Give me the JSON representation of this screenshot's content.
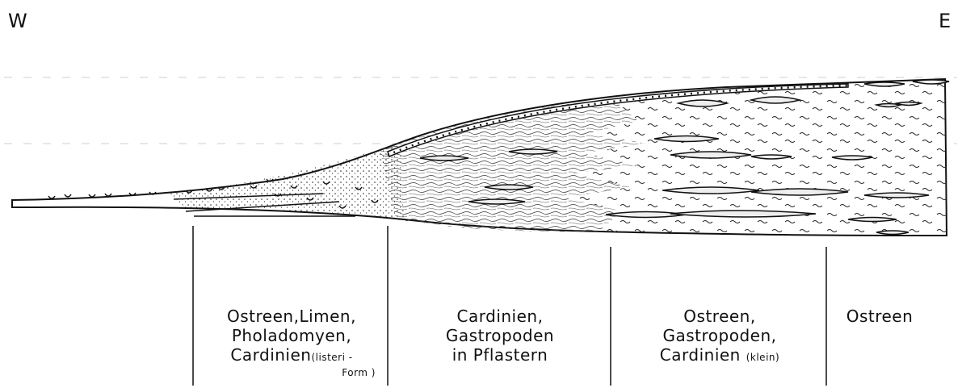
{
  "orientation": {
    "west": "W",
    "east": "E"
  },
  "zones": [
    {
      "lines": [
        "Ostreen,Limen,",
        "Pholadomyen,"
      ],
      "line3_main": "Cardinien",
      "line3_small": "(listeri -",
      "line4_small": "Form )"
    },
    {
      "lines": [
        "Cardinien,",
        "Gastropoden",
        "in Pflastern"
      ]
    },
    {
      "lines": [
        "Ostreen,",
        "Gastropoden,"
      ],
      "line3_main": "Cardinien",
      "line3_small": "(klein)"
    },
    {
      "lines": [
        "Ostreen"
      ]
    }
  ]
}
